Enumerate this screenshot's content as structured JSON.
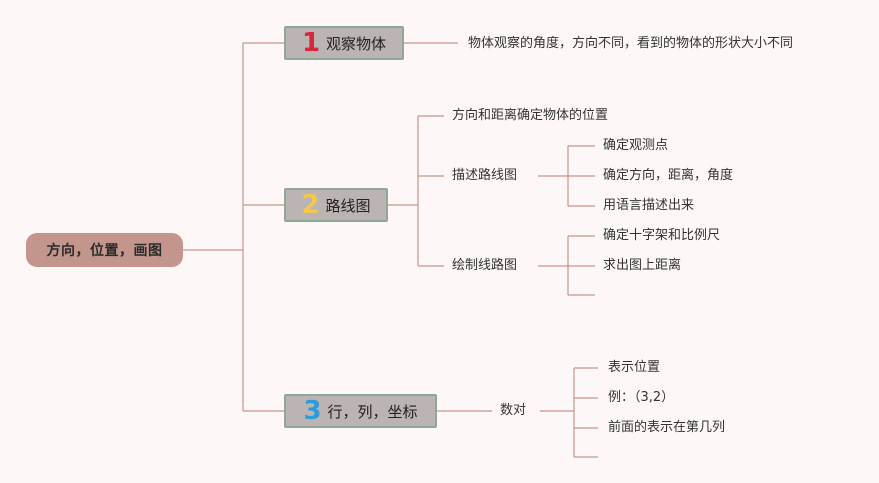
{
  "root": {
    "label": "方向，位置，画图"
  },
  "branches": [
    {
      "number": "1",
      "title": "观察物体",
      "children": [
        {
          "label": "物体观察的角度，方向不同，看到的物体的形状大小不同"
        }
      ]
    },
    {
      "number": "2",
      "title": "路线图",
      "children": [
        {
          "label": "方向和距离确定物体的位置"
        },
        {
          "label": "描述路线图",
          "children": [
            {
              "label": "确定观测点"
            },
            {
              "label": "确定方向，距离，角度"
            },
            {
              "label": "用语言描述出来"
            }
          ]
        },
        {
          "label": "绘制线路图",
          "children": [
            {
              "label": "确定十字架和比例尺"
            },
            {
              "label": "求出图上距离"
            },
            {
              "label": ""
            }
          ]
        }
      ]
    },
    {
      "number": "3",
      "title": "行，列，坐标",
      "children": [
        {
          "label": "数对",
          "children": [
            {
              "label": "表示位置"
            },
            {
              "label": "例：（3,2）"
            },
            {
              "label": "前面的表示在第几列"
            },
            {
              "label": ""
            }
          ]
        }
      ]
    }
  ],
  "colors": {
    "background": "#fdf8f7",
    "root": "#c3958c",
    "branch_fill": "#bbb4b2",
    "branch_border": "#8ea898",
    "line": "#c7958c",
    "number_1": "#d7263d",
    "number_2": "#f2c94c",
    "number_3": "#2d9cdb"
  }
}
